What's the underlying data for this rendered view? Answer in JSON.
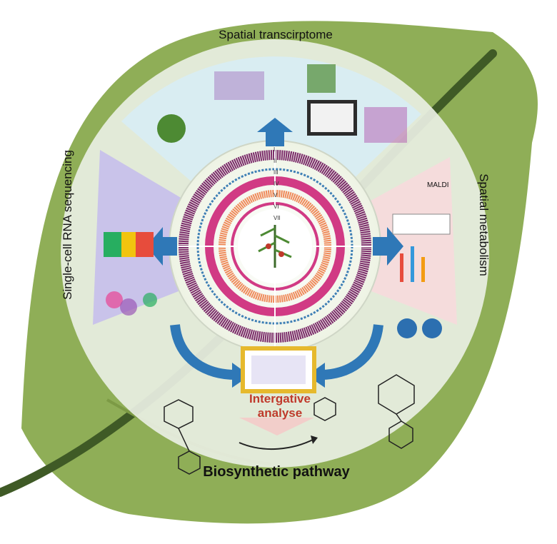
{
  "title": "Multi-omics integrative analysis",
  "labels": {
    "top": "Spatial transcirptome",
    "left": "Single-cell RNA sequencing",
    "right": "Spatial metabolism",
    "center_1": "Intergative",
    "center_2": "analyse",
    "bottom": "Biosynthetic pathway",
    "maldi": "MALDI"
  },
  "ring_labels": [
    "I",
    "II",
    "III",
    "IV",
    "V",
    "VI",
    "VII"
  ],
  "colors": {
    "leaf": "#8fae57",
    "leaf_dark": "#6f8f3f",
    "stem": "#3f5a26",
    "top_panel": "#d9edf2",
    "left_panel": "#c9c3ea",
    "right_panel": "#f5dcdc",
    "arrow": "#2f78b7",
    "track_purple": "#7b2a6a",
    "track_magenta": "#d13a84",
    "track_orange": "#ef8a5a",
    "track_blue": "#3e7fb5",
    "accent_red": "#c0392b",
    "frame_gold": "#e6b92d"
  }
}
